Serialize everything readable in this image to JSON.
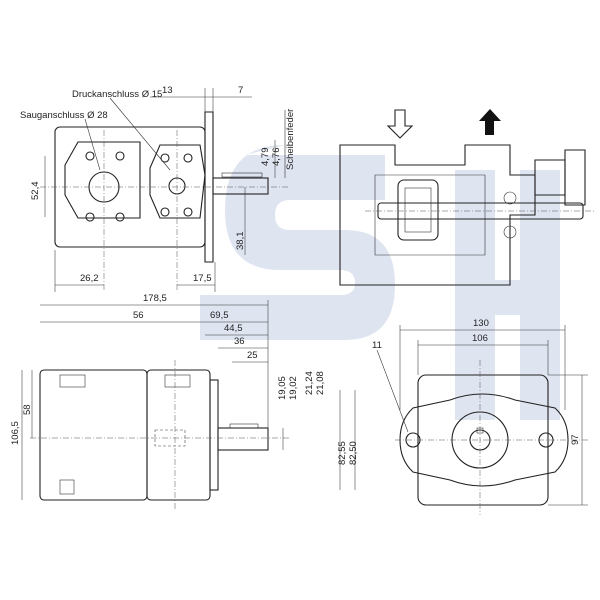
{
  "labels": {
    "pressure_port": "Druckanschluss Ø 15",
    "suction_port": "Sauganschluss Ø 28",
    "key": "Scheibenfeder"
  },
  "dims": {
    "d13": "13",
    "d7": "7",
    "d4_79": "4,79",
    "d4_76": "4,76",
    "d52_4": "52,4",
    "d38_1": "38,1",
    "d26_2": "26,2",
    "d17_5": "17,5",
    "d178_5": "178,5",
    "d56": "56",
    "d69_5": "69,5",
    "d44_5": "44,5",
    "d36": "36",
    "d25": "25",
    "d19_05": "19,05",
    "d19_02": "19,02",
    "d21_24": "21,24",
    "d21_08": "21,08",
    "d58": "58",
    "d106_5": "106,5",
    "d82_55": "82,55",
    "d82_50": "82,50",
    "d130": "130",
    "d106": "106",
    "d11": "11",
    "d97": "97"
  },
  "colors": {
    "line": "#222222",
    "watermark": "#3b5aa8"
  },
  "icons": {
    "inlet": "arrow-down-outline-icon",
    "outlet": "arrow-up-solid-icon"
  }
}
